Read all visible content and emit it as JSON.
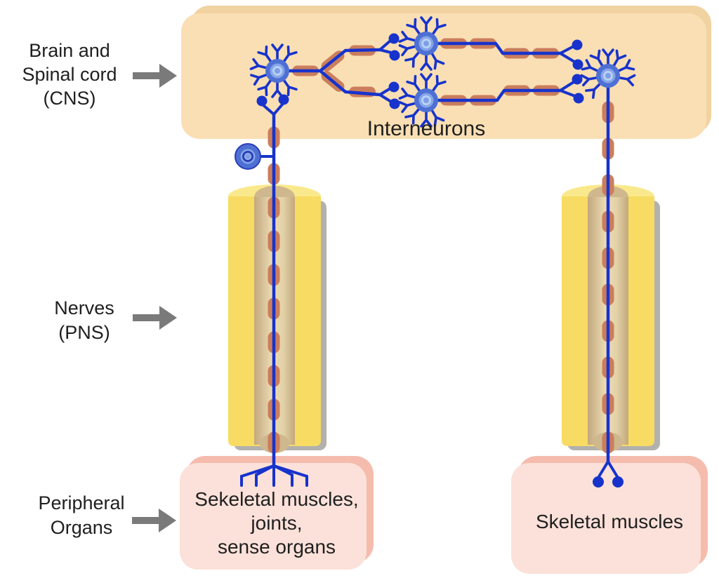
{
  "labels": {
    "cns": {
      "lines": [
        "Brain and",
        "Spinal cord",
        "(CNS)"
      ]
    },
    "pns": {
      "lines": [
        "Nerves",
        "(PNS)"
      ]
    },
    "peripheral_organs": {
      "lines": [
        "Peripheral",
        "Organs"
      ]
    },
    "interneurons": "Interneurons",
    "left_organ_box": {
      "lines": [
        "Sekeletal muscles,",
        "joints,",
        "sense organs"
      ]
    },
    "right_organ_box": "Skeletal muscles"
  },
  "colors": {
    "text": "#1f1f1f",
    "axon": "#1733cc",
    "myelin": "#cb7e5c",
    "arrow": "#7a7a7a",
    "cns_back": "#f1d3a1",
    "cns_front": "#fadfb4",
    "nerve_yellow": "#f8db63",
    "nerve_dome": "#fae98c",
    "nerve_inner_dome": "#cfb78e",
    "nerve_inner_edge": "#c2a87d",
    "nerve_inner_mid": "#eddcb6",
    "nerve_shadow": "#b3b1ae",
    "organ_back": "#f5bcae",
    "organ_front": "#fbe1d9",
    "soma_outer": "#4e70d4",
    "soma_mid": "#86a5e8",
    "soma_ring": "#b9d0f4",
    "soma_core": "#7e9fe6",
    "soma_stroke": "#2b3eb8"
  }
}
